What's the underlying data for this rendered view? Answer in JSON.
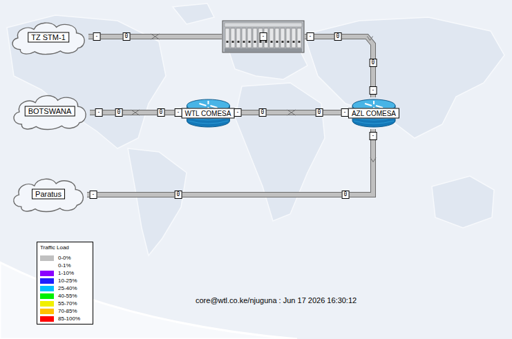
{
  "diagram": {
    "nodes": [
      {
        "text": [
          "TZ STM-1"
        ]
      },
      {
        "text": [
          "-"
        ]
      },
      {
        "text": [
          "BOTSWANA"
        ]
      },
      {
        "text": [
          "WTL COMESA"
        ]
      },
      {
        "text": [
          "AZL COMESA"
        ]
      },
      {
        "text": [
          "Paratus"
        ]
      }
    ],
    "edges": [
      {
        "from": 0,
        "to": 1,
        "arrow": "none",
        "label": "0"
      },
      {
        "from": 1,
        "to": 4,
        "arrow": "none",
        "label": "0"
      },
      {
        "from": 2,
        "to": 3,
        "arrow": "none",
        "label": "0"
      },
      {
        "from": 3,
        "to": 4,
        "arrow": "none",
        "label": "0"
      },
      {
        "from": 5,
        "to": 4,
        "arrow": "none",
        "label": "0"
      }
    ],
    "labels": [
      "-",
      "-",
      "0",
      "-",
      "-",
      "0",
      "-",
      "-",
      "0",
      "-",
      "-",
      "-",
      "0",
      "Traffic Load",
      "core@wtl.co.ke/njuguna : Jun 17 2026 16:30:12"
    ],
    "legend": [
      {
        "text": "0-0%",
        "color": "#c0c0c0"
      },
      {
        "text": "0-1%",
        "color": "#ffffff"
      },
      {
        "text": "1-10%",
        "color": "#8c00ff"
      },
      {
        "text": "10-25%",
        "color": "#2020ff"
      },
      {
        "text": "25-40%",
        "color": "#00c0ff"
      },
      {
        "text": "40-55%",
        "color": "#00f000"
      },
      {
        "text": "55-70%",
        "color": "#f0f000"
      },
      {
        "text": "70-85%",
        "color": "#ffc000"
      },
      {
        "text": "85-100%",
        "color": "#ff0000"
      }
    ]
  }
}
